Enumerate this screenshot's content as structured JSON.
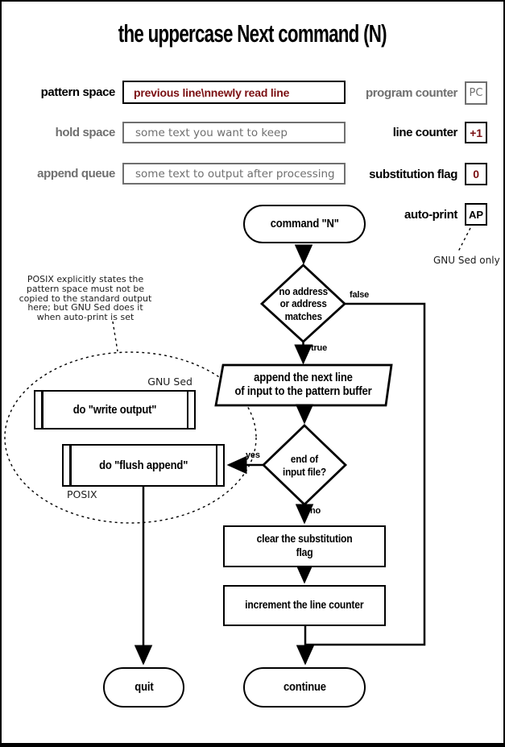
{
  "title": "the uppercase Next command (N)",
  "registers": {
    "left": [
      {
        "label": "pattern space",
        "value": "previous line\\nnewly read line"
      },
      {
        "label": "hold space",
        "value": "some text you want to keep"
      },
      {
        "label": "append queue",
        "value": "some text to output after processing"
      }
    ],
    "right": [
      {
        "label": "program counter",
        "value": "PC"
      },
      {
        "label": "line counter",
        "value": "+1"
      },
      {
        "label": "substitution flag",
        "value": "0"
      },
      {
        "label": "auto-print",
        "value": "AP"
      }
    ],
    "auto_print_note": "GNU Sed only"
  },
  "flow": {
    "start": "command \"N\"",
    "decision_address": "no address\nor address\nmatches",
    "label_false": "false",
    "label_true": "true",
    "process_append": "append the next line\nof input to the pattern buffer",
    "box_write_output": "do \"write output\"",
    "box_flush_append": "do \"flush append\"",
    "label_gnu_sed": "GNU Sed",
    "label_posix": "POSIX",
    "decision_eof": "end of\ninput file?",
    "label_yes": "yes",
    "label_no": "no",
    "process_clear_flag": "clear the substitution\nflag",
    "process_increment": "increment the line counter",
    "terminal_quit": "quit",
    "terminal_continue": "continue",
    "note": "POSIX explicitly states the\npattern space must not be\ncopied to the standard output\nhere; but GNU Sed does it\nwhen auto-print is set"
  },
  "colors": {
    "accent": "#7a0f12",
    "muted": "#6f6f6f"
  }
}
